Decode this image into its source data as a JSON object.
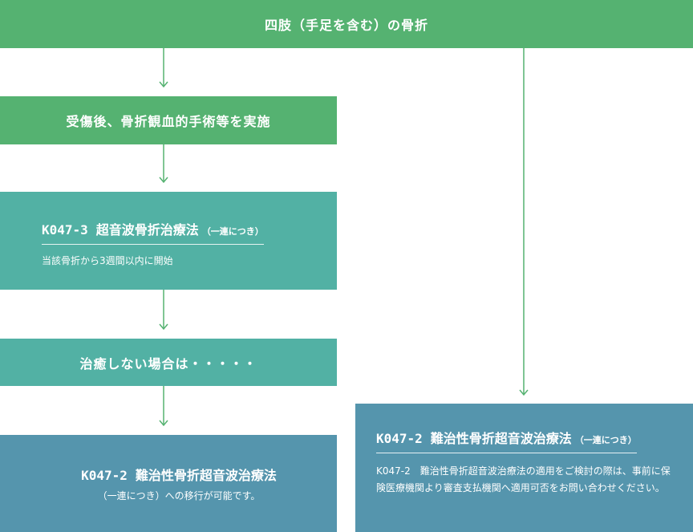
{
  "top": {
    "label": "四肢（手足を含む）の骨折"
  },
  "step1": {
    "label": "受傷後、骨折観血的手術等を実施"
  },
  "k0473": {
    "code": "K047-3",
    "title": "超音波骨折治療法",
    "paren": "（一連につき）",
    "note": "当該骨折から3週間以内に開始"
  },
  "not_healed": {
    "label": "治癒しない場合は・・・・・"
  },
  "k0472_left": {
    "code": "K047-2",
    "title": "難治性骨折超音波治療法",
    "sub": "（一連につき）への移行が可能です。"
  },
  "k0472_right": {
    "code": "K047-2",
    "title": "難治性骨折超音波治療法",
    "paren": "（一連につき）",
    "note": "K047-2　難治性骨折超音波治療法の適用をご検討の際は、事前に保険医療機関より審査支払機関へ適用可否をお問い合わせください。"
  },
  "colors": {
    "green": "#55b271",
    "teal": "#52b1a4",
    "blue": "#5595ad",
    "arrow": "#55b271"
  }
}
